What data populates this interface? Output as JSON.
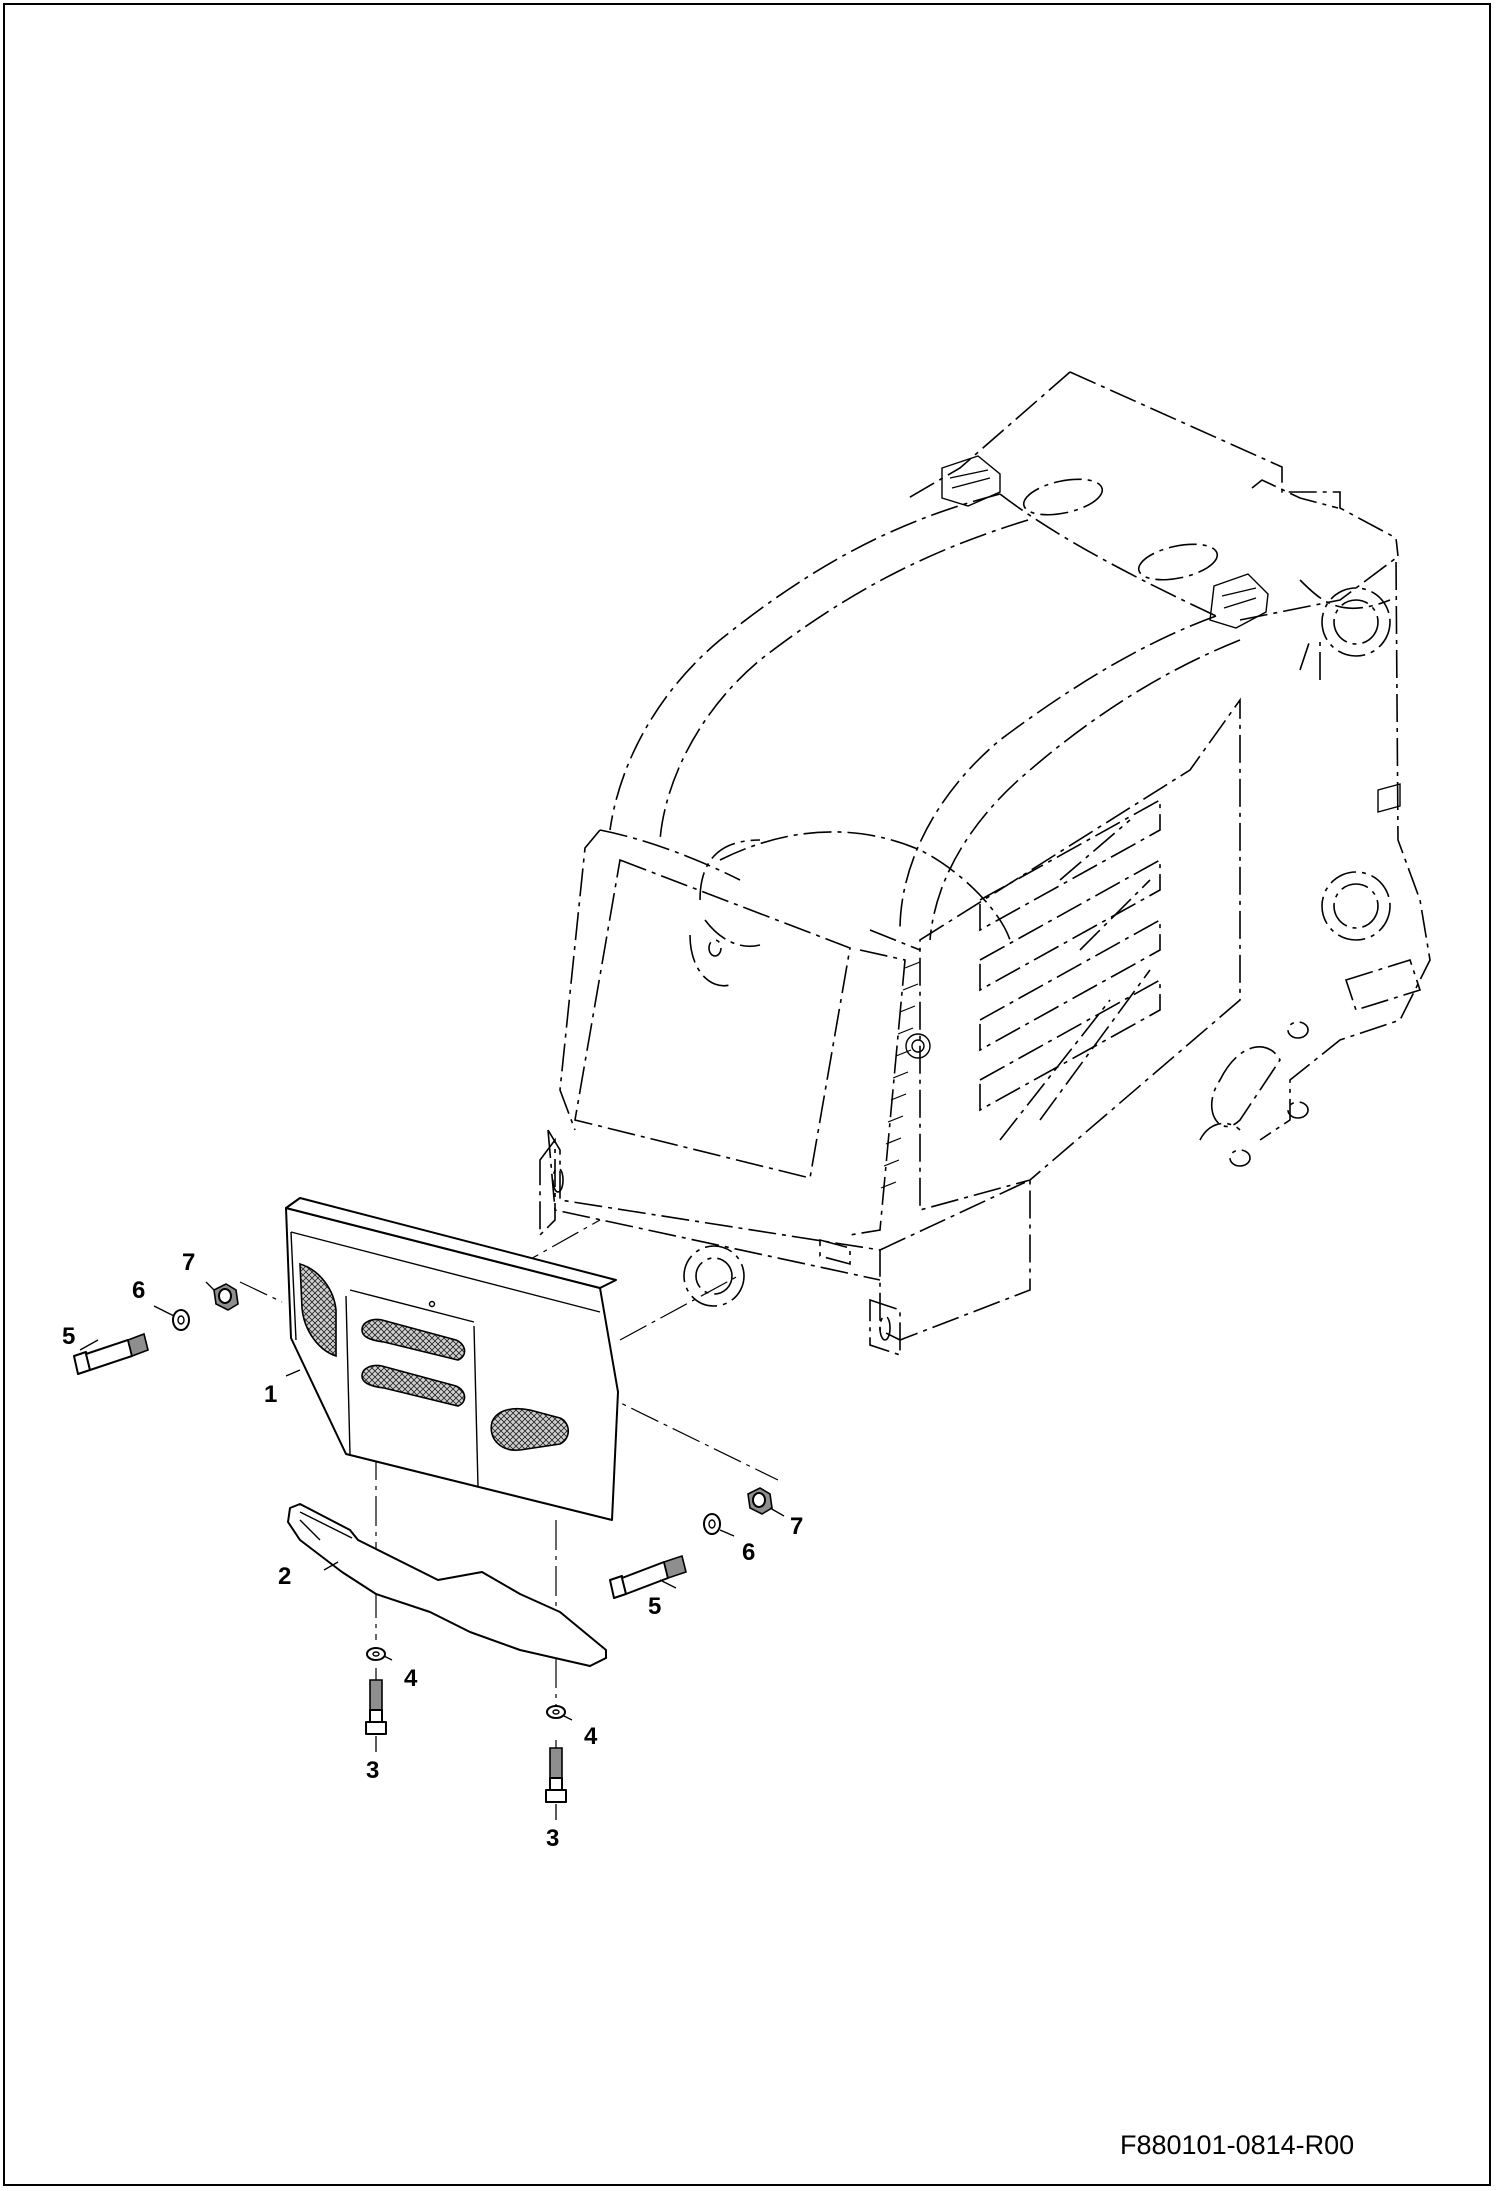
{
  "drawing_number": "F880101-0814-R00",
  "callouts": [
    {
      "id": "c1",
      "text": "1"
    },
    {
      "id": "c2",
      "text": "2"
    },
    {
      "id": "c3a",
      "text": "3"
    },
    {
      "id": "c3b",
      "text": "3"
    },
    {
      "id": "c4a",
      "text": "4"
    },
    {
      "id": "c4b",
      "text": "4"
    },
    {
      "id": "c5a",
      "text": "5"
    },
    {
      "id": "c5b",
      "text": "5"
    },
    {
      "id": "c6a",
      "text": "6"
    },
    {
      "id": "c6b",
      "text": "6"
    },
    {
      "id": "c7a",
      "text": "7"
    },
    {
      "id": "c7b",
      "text": "7"
    }
  ]
}
